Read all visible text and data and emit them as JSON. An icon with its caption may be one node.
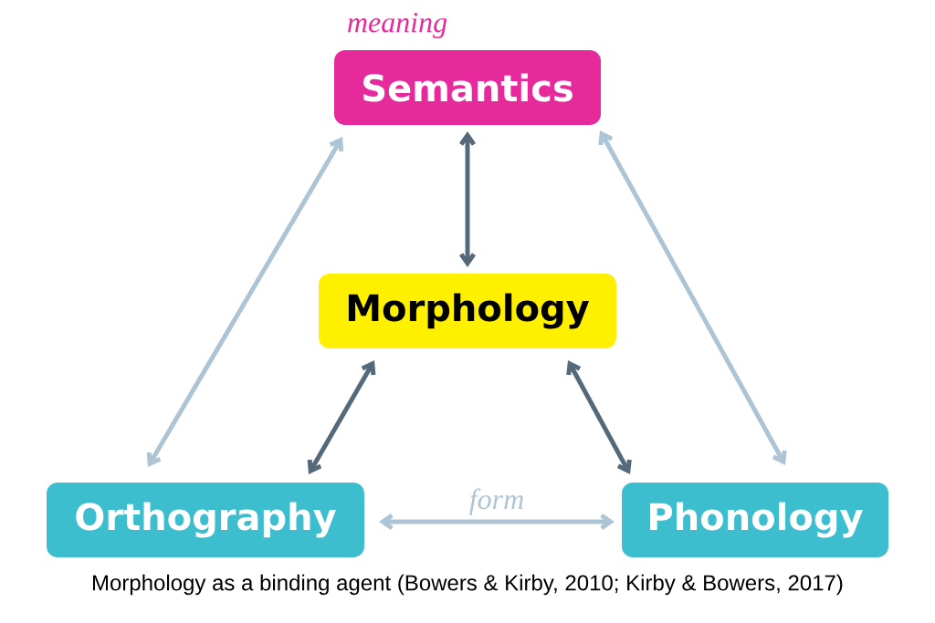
{
  "diagram": {
    "caption": "Morphology as a binding agent (Bowers & Kirby, 2010; Kirby & Bowers, 2017)",
    "nodes": [
      {
        "text": [
          "Semantics"
        ],
        "beside": [
          "meaning"
        ]
      },
      {
        "text": [
          "Morphology"
        ]
      },
      {
        "text": [
          "Orthography"
        ]
      },
      {
        "text": [
          "Phonology"
        ]
      }
    ],
    "edges": [
      {
        "from": 0,
        "to": 1,
        "arrow": "both",
        "color": "#546a7b"
      },
      {
        "from": 1,
        "to": 2,
        "arrow": "both",
        "color": "#546a7b"
      },
      {
        "from": 1,
        "to": 3,
        "arrow": "both",
        "color": "#546a7b"
      },
      {
        "from": 0,
        "to": 2,
        "arrow": "both",
        "color": "#adc4d4"
      },
      {
        "from": 0,
        "to": 3,
        "arrow": "both",
        "color": "#adc4d4"
      },
      {
        "from": 2,
        "to": 3,
        "arrow": "both",
        "label": "form",
        "color": "#adc4d4"
      }
    ]
  }
}
